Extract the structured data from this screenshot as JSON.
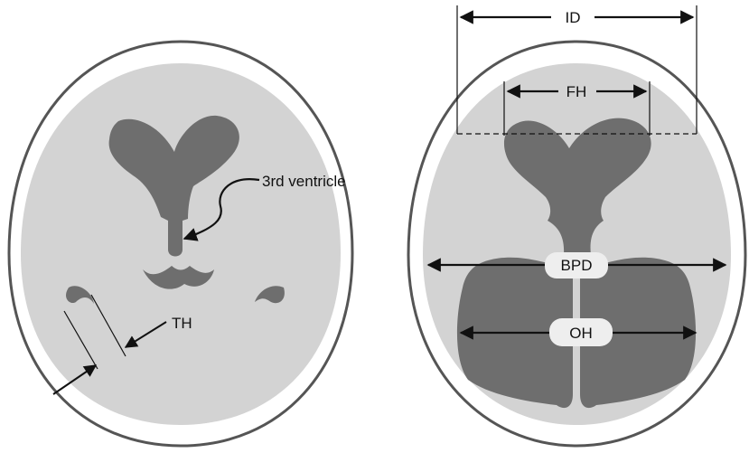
{
  "colors": {
    "background": "#ffffff",
    "skull_outline": "#555555",
    "skull_fill": "#ffffff",
    "brain": "#d3d3d3",
    "ventricle": "#6e6e6e",
    "line": "#111111",
    "label_pill": "#eeeeee"
  },
  "left_head": {
    "third_ventricle_label": "3rd ventricle",
    "th_label": "TH"
  },
  "right_head": {
    "id_label": "ID",
    "fh_label": "FH",
    "bpd_label": "BPD",
    "oh_label": "OH"
  }
}
